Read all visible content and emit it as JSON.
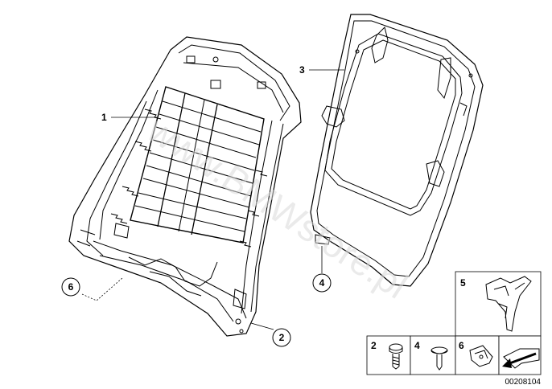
{
  "callouts": [
    {
      "id": "c1",
      "label": "1"
    },
    {
      "id": "c2",
      "label": "2"
    },
    {
      "id": "c3",
      "label": "3"
    },
    {
      "id": "c4",
      "label": "4"
    },
    {
      "id": "c6",
      "label": "6"
    }
  ],
  "parts_table": {
    "cells": [
      {
        "id": "p5",
        "label": "5"
      },
      {
        "id": "p2",
        "label": "2"
      },
      {
        "id": "p4",
        "label": "4"
      },
      {
        "id": "p6",
        "label": "6"
      }
    ]
  },
  "watermark": "www.BMWstore.pl",
  "diagram_code": "00208104"
}
